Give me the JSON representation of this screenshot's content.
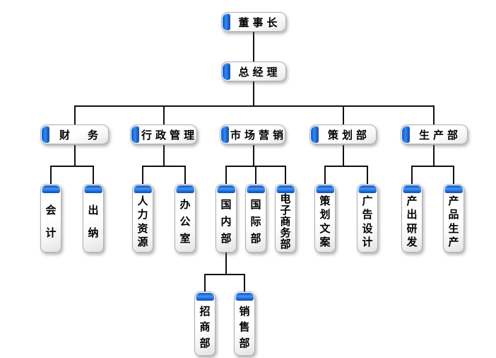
{
  "org": {
    "chairman": {
      "label": "董事长"
    },
    "general_manager": {
      "label": "总经理"
    },
    "departments": [
      {
        "label": "财　务",
        "children": [
          {
            "label": "会计"
          },
          {
            "label": "出纳"
          }
        ]
      },
      {
        "label": "行政管理",
        "children": [
          {
            "label": "人力资源"
          },
          {
            "label": "办公室"
          }
        ]
      },
      {
        "label": "市场营销",
        "children": [
          {
            "label": "国内部",
            "children": [
              {
                "label": "招商部"
              },
              {
                "label": "销售部"
              }
            ]
          },
          {
            "label": "国际部"
          },
          {
            "label": "电子商务部"
          }
        ]
      },
      {
        "label": "策划部",
        "children": [
          {
            "label": "策划文案"
          },
          {
            "label": "广告设计"
          }
        ]
      },
      {
        "label": "生产部",
        "children": [
          {
            "label": "产出研发"
          },
          {
            "label": "产品生产"
          }
        ]
      }
    ]
  },
  "colors": {
    "accent_blue_light": "#3f96f6",
    "accent_blue_dark": "#0a42b0",
    "connector_line": "#111111",
    "box_border": "#b0b0b0",
    "box_fill": "#ffffff",
    "text": "#000000",
    "background": "#ffffff"
  }
}
